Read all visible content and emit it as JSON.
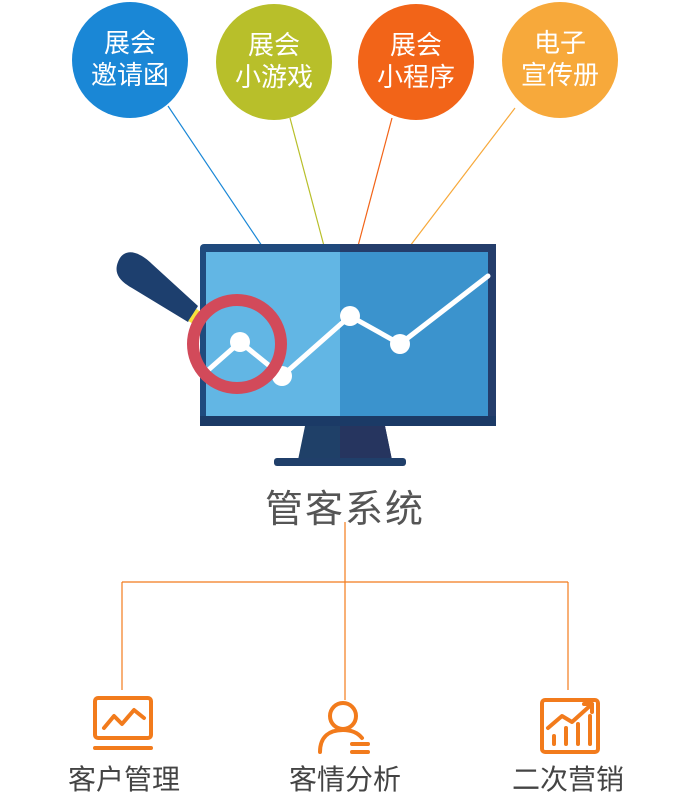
{
  "top_nodes": [
    {
      "line1": "展会",
      "line2": "邀请函",
      "color": "#1a87d6"
    },
    {
      "line1": "展会",
      "line2": "小游戏",
      "color": "#b8bf2a"
    },
    {
      "line1": "展会",
      "line2": "小程序",
      "color": "#f26418"
    },
    {
      "line1": "电子",
      "line2": "宣传册",
      "color": "#f7a93b"
    }
  ],
  "center": {
    "title": "管客系统"
  },
  "bottom_nodes": [
    {
      "label": "客户管理",
      "icon": "monitor-chart-icon"
    },
    {
      "label": "客情分析",
      "icon": "user-profile-icon"
    },
    {
      "label": "二次营销",
      "icon": "growth-chart-icon"
    }
  ],
  "colors": {
    "accent": "#f27b1c",
    "screen_light": "#62b6e4",
    "screen_dark": "#3b93cd",
    "frame": "#1d3f6e",
    "magnifier": "#d24a5a"
  }
}
